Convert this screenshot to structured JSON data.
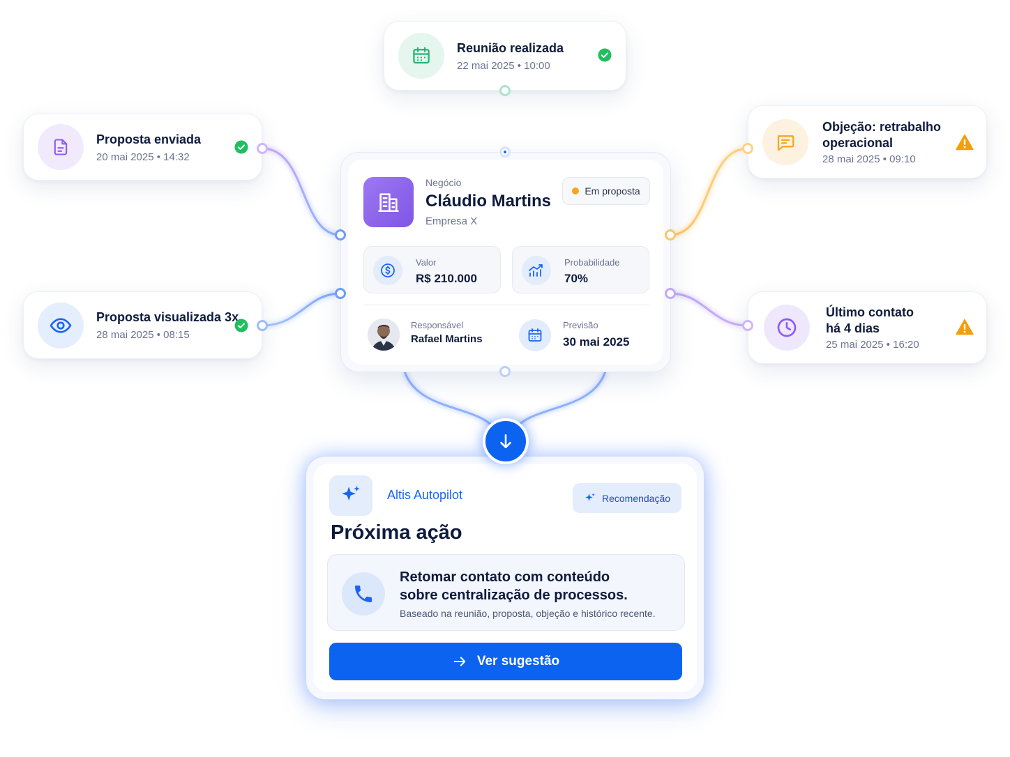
{
  "events": {
    "meeting": {
      "title": "Reunião realizada",
      "date": "22 mai 2025 • 10:00",
      "status": "done",
      "icon": "calendar-icon"
    },
    "proposal_sent": {
      "title": "Proposta enviada",
      "date": "20 mai 2025 • 14:32",
      "status": "done",
      "icon": "document-icon"
    },
    "proposal_viewed": {
      "title": "Proposta visualizada 3x",
      "date": "28 mai 2025 • 08:15",
      "status": "done",
      "icon": "eye-icon"
    },
    "objection": {
      "title_line1": "Objeção: retrabalho",
      "title_line2": "operacional",
      "date": "28 mai 2025 • 09:10",
      "status": "warning",
      "icon": "chat-icon"
    },
    "last_contact": {
      "title_line1": "Último contato",
      "title_line2": "há 4 dias",
      "date": "25 mai 2025 • 16:20",
      "status": "warning",
      "icon": "clock-icon"
    }
  },
  "deal": {
    "kicker": "Negócio",
    "name": "Cláudio Martins",
    "company": "Empresa X",
    "status_badge": "Em proposta",
    "value_label": "Valor",
    "value": "R$ 210.000",
    "probability_label": "Probabilidade",
    "probability": "70%",
    "owner_label": "Responsável",
    "owner": "Rafael Martins",
    "forecast_label": "Previsão",
    "forecast": "30 mai 2025"
  },
  "autopilot": {
    "brand": "Altis Autopilot",
    "badge": "Recomendação",
    "heading": "Próxima ação",
    "action_line1": "Retomar contato com conteúdo",
    "action_line2": "sobre centralização de processos.",
    "basis": "Baseado na reunião, proposta, objeção e histórico recente.",
    "button_label": "Ver sugestão"
  },
  "colors": {
    "primary": "#0b63f0",
    "success": "#1fbf5f",
    "warning": "#f59e0b",
    "purple": "#8b5cf6",
    "green": "#22b573",
    "orange": "#f5a524"
  }
}
